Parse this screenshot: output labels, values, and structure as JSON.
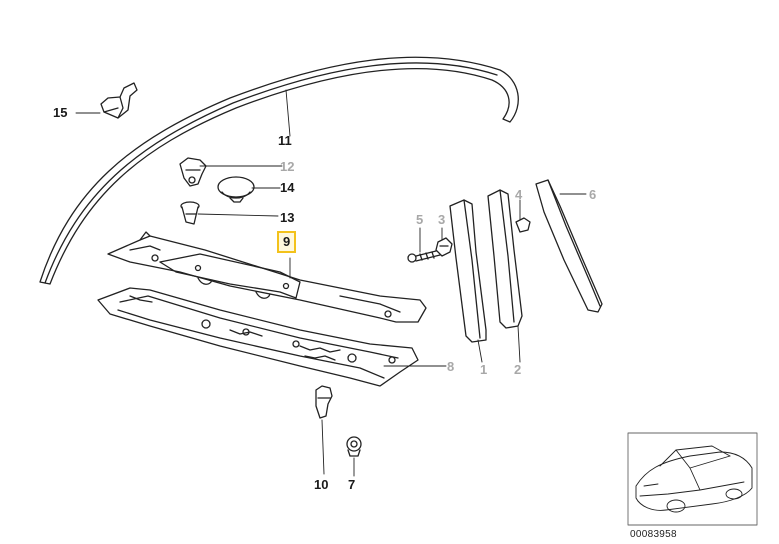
{
  "labels": {
    "p1": "1",
    "p2": "2",
    "p3": "3",
    "p4": "4",
    "p5": "5",
    "p6": "6",
    "p7": "7",
    "p8": "8",
    "p9": "9",
    "p10": "10",
    "p11": "11",
    "p12": "12",
    "p13": "13",
    "p14": "14",
    "p15": "15"
  },
  "highlighted_part": "9",
  "reference_number": "00083958",
  "colors": {
    "label_active": "#1a1a1a",
    "label_inactive": "#a8a8a8",
    "highlight": "#f3c21b",
    "line": "#222222"
  }
}
